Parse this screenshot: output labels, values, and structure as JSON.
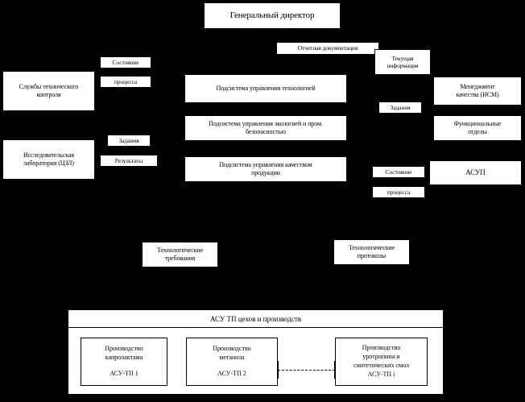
{
  "diagram": {
    "title_box": {
      "label": "Генеральный директор"
    },
    "background_color": "#000000",
    "box_fill": "#ffffff",
    "box_stroke": "#000000",
    "nodes": {
      "tech_control": "Службы технического\nконтроля",
      "state_left_1": "Состояние",
      "state_left_2": "процесса",
      "research_lab": "Исследовательская\nлаборатория (ЦЗЛ)",
      "tasks_left": "Задания",
      "results_left": "Результаты",
      "subsystem_tech": "Подсистема управления технологией",
      "subsystem_eco": "Подсистема управления экологией и пром.\nбезопасностью",
      "subsystem_quality": "Подсистема управления качеством\nпродукции",
      "report_docs": "Отчетная документация",
      "current_info": "Текущая\nинформация",
      "tasks_right": "Задания",
      "state_right_1": "Состояние",
      "state_right_2": "процесса",
      "quality_mgmt": "Менеджмент\nкачества (ИСМ)",
      "functional_depts": "Функциональные\nотделы",
      "asu_p": "АСУП",
      "tech_requirements": "Технологические\nтребования",
      "tech_protocols": "Технологические\nпротоколы"
    },
    "bottom_group": {
      "title": "АСУ ТП цехов и производств",
      "units": [
        {
          "name": "Производство\nкапролактама",
          "code": "АСУ-ТП 1"
        },
        {
          "name": "Производство\nметанола",
          "code": "АСУ-ТП 2"
        },
        {
          "name": "Производство\nуротропина и\nсинтетических смол",
          "code": "АСУ-ТП i"
        }
      ]
    }
  }
}
